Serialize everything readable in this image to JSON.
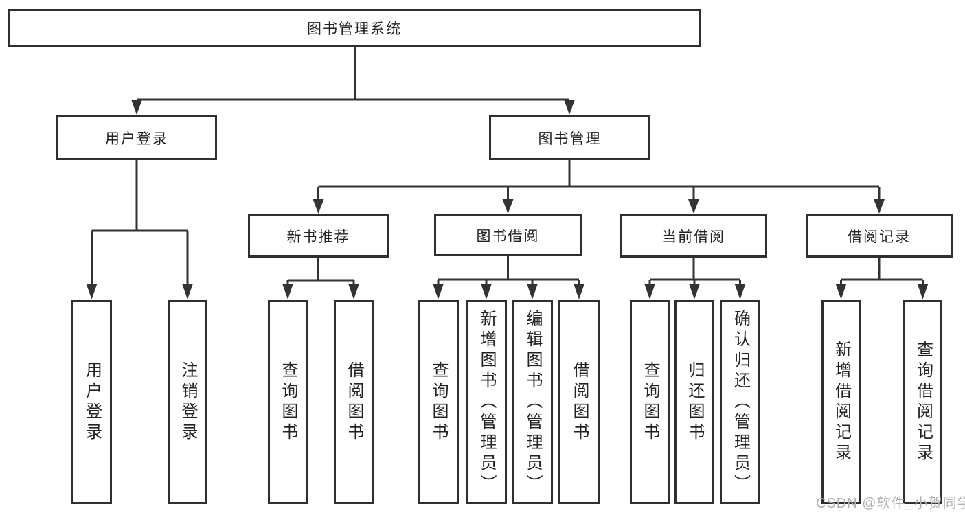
{
  "diagram": {
    "title": "图书管理系统",
    "root": {
      "label": "图书管理系统"
    },
    "level2": [
      {
        "label": "用户登录"
      },
      {
        "label": "图书管理"
      }
    ],
    "level3": [
      {
        "label": "新书推荐"
      },
      {
        "label": "图书借阅"
      },
      {
        "label": "当前借阅"
      },
      {
        "label": "借阅记录"
      }
    ],
    "leaves": [
      {
        "label": "用户登录",
        "parent": "用户登录"
      },
      {
        "label": "注销登录",
        "parent": "用户登录"
      },
      {
        "label": "查询图书",
        "parent": "新书推荐"
      },
      {
        "label": "借阅图书",
        "parent": "新书推荐"
      },
      {
        "label": "查询图书",
        "parent": "图书借阅"
      },
      {
        "label": "新增图书（管理员）",
        "parent": "图书借阅"
      },
      {
        "label": "编辑图书（管理员）",
        "parent": "图书借阅"
      },
      {
        "label": "借阅图书",
        "parent": "图书借阅"
      },
      {
        "label": "查询图书",
        "parent": "当前借阅"
      },
      {
        "label": "归还图书",
        "parent": "当前借阅"
      },
      {
        "label": "确认归还（管理员）",
        "parent": "当前借阅"
      },
      {
        "label": "新增借阅记录",
        "parent": "借阅记录"
      },
      {
        "label": "查询借阅记录",
        "parent": "借阅记录"
      }
    ]
  },
  "watermark": {
    "text": "CSDN @软件_小贺同学"
  },
  "colors": {
    "border": "#2f2f2f",
    "text": "#222222",
    "line": "#333333",
    "watermark": "#b5b1b1",
    "background": "#ffffff"
  }
}
